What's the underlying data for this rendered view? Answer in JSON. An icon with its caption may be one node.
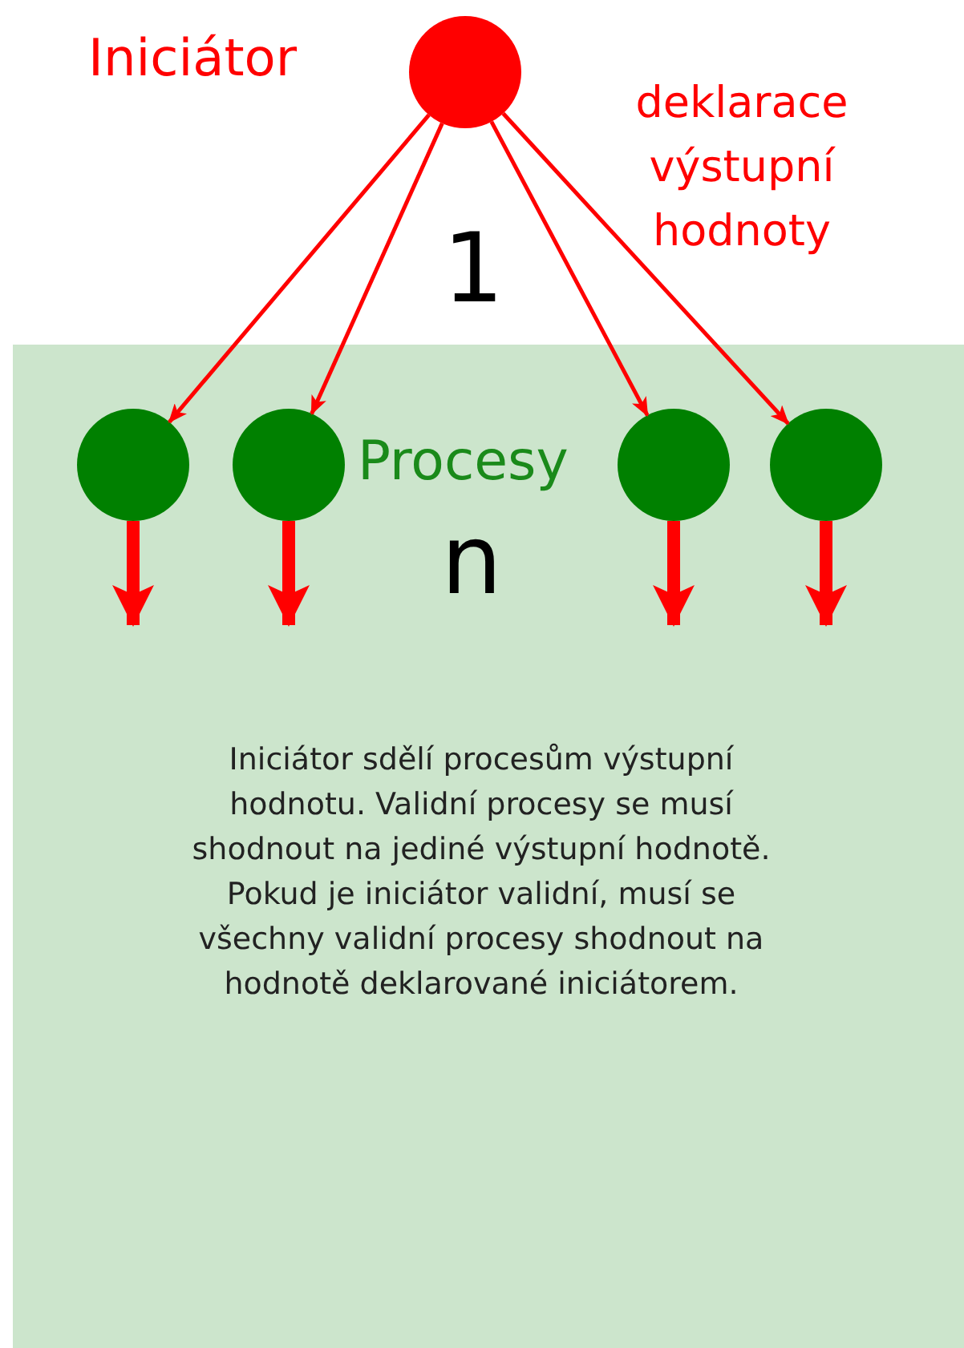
{
  "diagram": {
    "nodes": [
      {
        "text": [],
        "shape": "circle",
        "beside": [
          "Iniciátor"
        ]
      },
      {
        "text": [
          "Procesy",
          "Iniciátor sdělí procesům výstupní hodnotu. Validní procesy se musí shodnout na jediné výstupní hodnotě. Pokud je iniciátor validní, musí se všechny validní procesy shodnout na hodnotě deklarované iniciátorem."
        ]
      },
      {
        "text": [],
        "shape": "circle",
        "in": 1
      },
      {
        "text": [],
        "shape": "circle",
        "in": 1
      },
      {
        "text": [],
        "shape": "circle",
        "in": 1
      },
      {
        "text": [],
        "shape": "circle",
        "in": 1
      }
    ],
    "edges": [
      {
        "from": 0,
        "to": 2,
        "arrow": "to"
      },
      {
        "from": 0,
        "to": 3,
        "arrow": "to"
      },
      {
        "from": 0,
        "to": 4,
        "arrow": "to"
      },
      {
        "from": 0,
        "to": 5,
        "arrow": "to"
      },
      {
        "from": 2,
        "to": null,
        "arrow": "to",
        "style": "thick"
      },
      {
        "from": 3,
        "to": null,
        "arrow": "to",
        "style": "thick"
      },
      {
        "from": 4,
        "to": null,
        "arrow": "to",
        "style": "thick"
      },
      {
        "from": 5,
        "to": null,
        "arrow": "to",
        "style": "thick"
      }
    ],
    "labels": [
      "deklarace výstupní hodnoty",
      "1",
      "n"
    ]
  }
}
